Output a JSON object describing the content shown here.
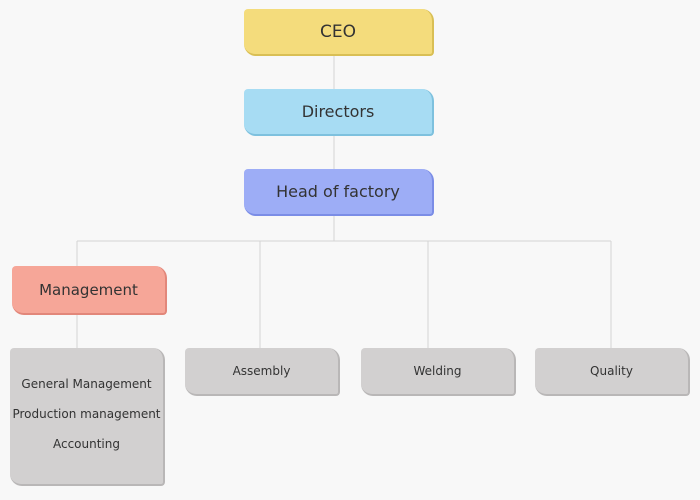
{
  "chart": {
    "root": "CEO",
    "level2": "Directors",
    "level3": "Head of factory",
    "departments": {
      "management": {
        "label": "Management",
        "items": [
          "General Management",
          "Production management",
          "Accounting"
        ]
      },
      "assembly": "Assembly",
      "welding": "Welding",
      "quality": "Quality"
    }
  },
  "colors": {
    "ceo": "#f4dc7c",
    "directors": "#a7dcf3",
    "head_of_factory": "#9dadf6",
    "management": "#f6a698",
    "department": "#d2d0d0",
    "connector": "#d4d4d4",
    "background": "#f8f8f8"
  }
}
